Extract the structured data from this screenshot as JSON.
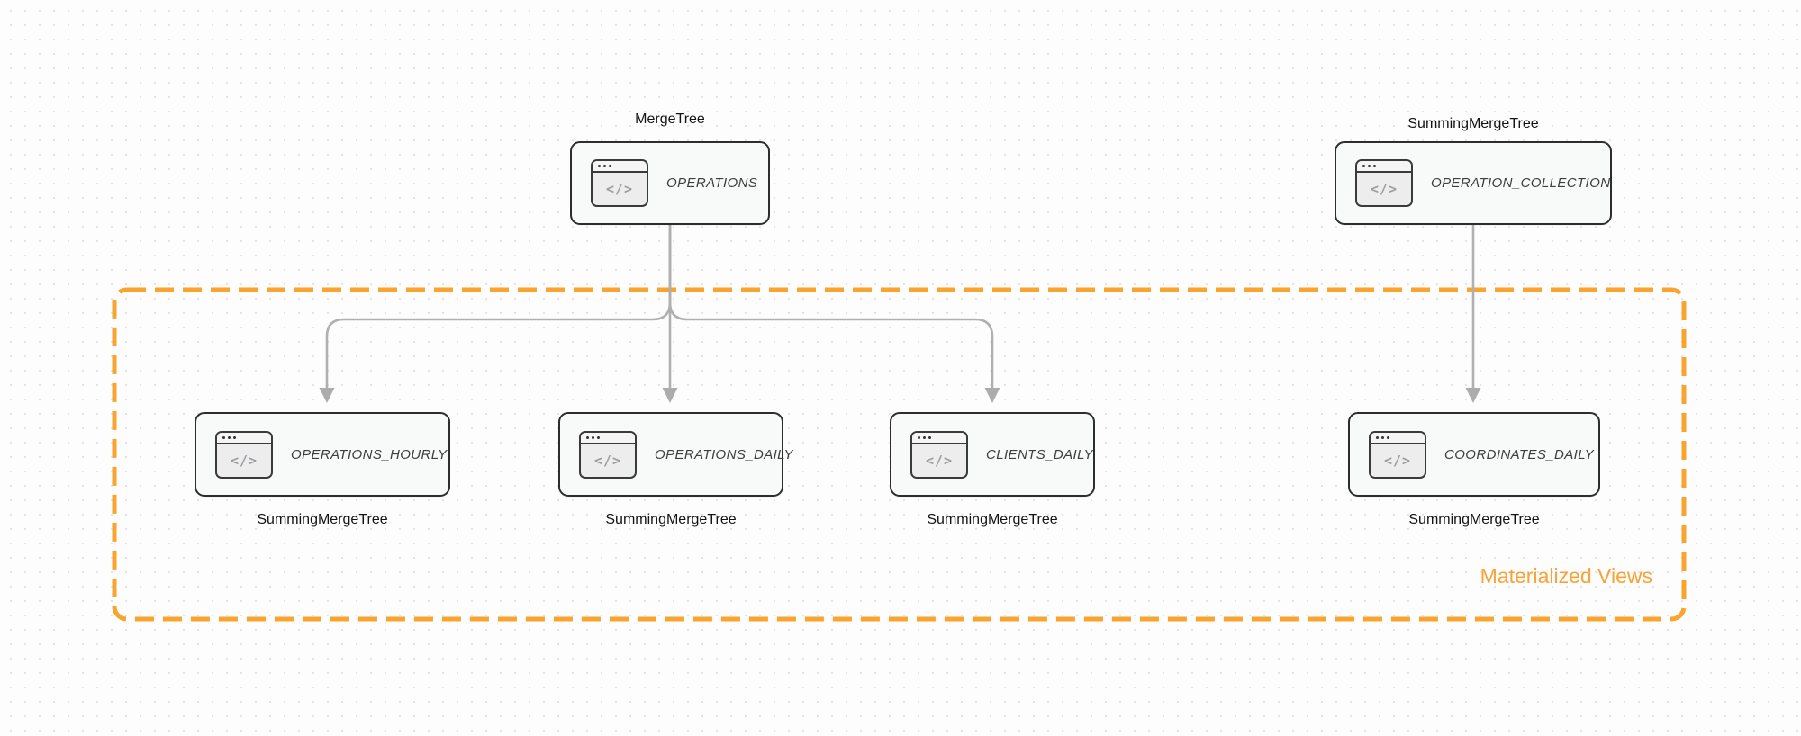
{
  "diagram": {
    "group_label": "Materialized Views",
    "icon": {
      "name": "code-window-icon",
      "glyph": "</>"
    },
    "colors": {
      "accent_orange": "#f8a42e",
      "arrow_gray": "#b0b0b0",
      "node_border": "#2d2d2d",
      "node_fill": "#f8f9f9"
    },
    "nodes": {
      "operations": {
        "engine": "MergeTree",
        "title": "OPERATIONS"
      },
      "operation_collection": {
        "engine": "SummingMergeTree",
        "title": "OPERATION_COLLECTION"
      },
      "operations_hourly": {
        "engine": "SummingMergeTree",
        "title": "OPERATIONS_HOURLY"
      },
      "operations_daily": {
        "engine": "SummingMergeTree",
        "title": "OPERATIONS_DAILY"
      },
      "clients_daily": {
        "engine": "SummingMergeTree",
        "title": "CLIENTS_DAILY"
      },
      "coordinates_daily": {
        "engine": "SummingMergeTree",
        "title": "COORDINATES_DAILY"
      }
    }
  }
}
